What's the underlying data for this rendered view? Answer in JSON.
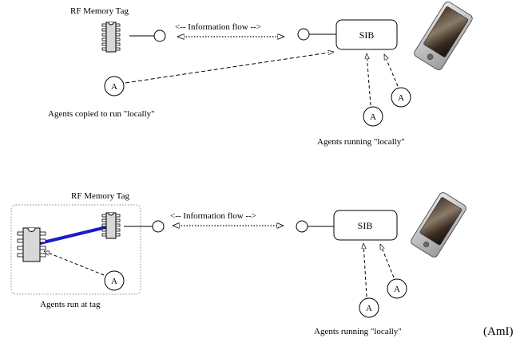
{
  "top": {
    "tag_label": "RF Memory Tag",
    "flow_label": "<-- Information flow -->",
    "sib_label": "SIB",
    "copied_agent_letter": "A",
    "copied_caption": "Agents copied to run \"locally\"",
    "local_agent_letters": [
      "A",
      "A"
    ],
    "local_caption": "Agents running \"locally\""
  },
  "bottom": {
    "tag_label": "RF Memory Tag",
    "flow_label": "<-- Information flow -->",
    "sib_label": "SIB",
    "tag_agent_letter": "A",
    "tag_caption": "Agents run at tag",
    "local_agent_letters": [
      "A",
      "A"
    ],
    "local_caption": "Agents running \"locally\"",
    "corner_label": "(AmI)"
  },
  "colors": {
    "link_blue": "#1a1acc",
    "chip_fill": "#d8d8d8",
    "tag_box_border": "#888888"
  },
  "icons": {
    "chip": "rfid-chip-icon",
    "phone": "mobile-phone-icon"
  }
}
